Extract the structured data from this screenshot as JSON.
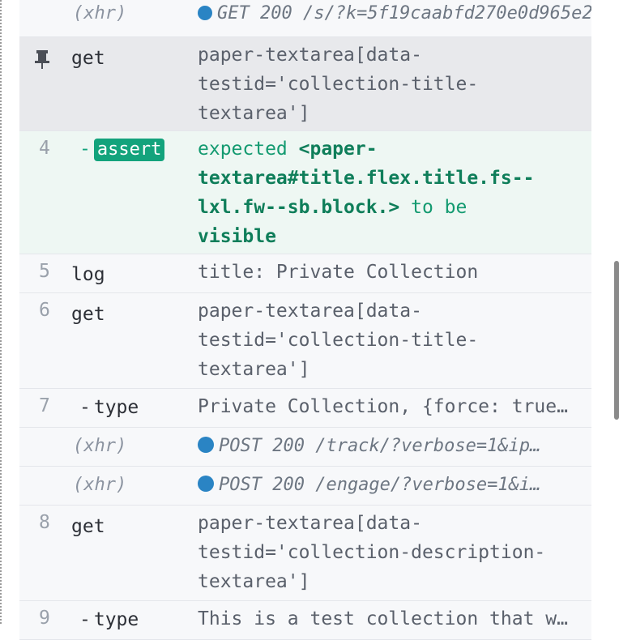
{
  "log": {
    "rows": [
      {
        "kind": "xhr",
        "type": "(xhr)",
        "request": "GET 200 /s/?k=5f19caabfd270e0d965e2…"
      },
      {
        "kind": "pinned",
        "command": "get",
        "message": "paper-textarea[data-\ntestid='collection-title-\ntextarea']",
        "icon": "pin-icon"
      },
      {
        "kind": "assert",
        "number": "4",
        "command": "assert",
        "assertion": {
          "expected_word": "expected",
          "subject": "<paper-\ntextarea#title.flex.title.fs--\nlxl.fw--sb.block.>",
          "to_be": "to be",
          "state": "visible"
        }
      },
      {
        "kind": "cmd",
        "number": "5",
        "command": "log",
        "message": "title: Private Collection"
      },
      {
        "kind": "cmd",
        "number": "6",
        "command": "get",
        "message": "paper-textarea[data-\ntestid='collection-title-\ntextarea']"
      },
      {
        "kind": "child",
        "number": "7",
        "command": "type",
        "message": "Private Collection, {force: true…"
      },
      {
        "kind": "xhr",
        "type": "(xhr)",
        "request": "POST 200 /track/?verbose=1&ip…"
      },
      {
        "kind": "xhr",
        "type": "(xhr)",
        "request": "POST 200 /engage/?verbose=1&i…"
      },
      {
        "kind": "cmd",
        "number": "8",
        "command": "get",
        "message": "paper-textarea[data-\ntestid='collection-description-\ntextarea']"
      },
      {
        "kind": "child",
        "number": "9",
        "command": "type",
        "message": "This is a test collection that w…"
      }
    ]
  },
  "colors": {
    "assert_green": "#13a37c",
    "xhr_dot_blue": "#2a84c4",
    "pinned_row_bg": "#e8e9ec"
  }
}
